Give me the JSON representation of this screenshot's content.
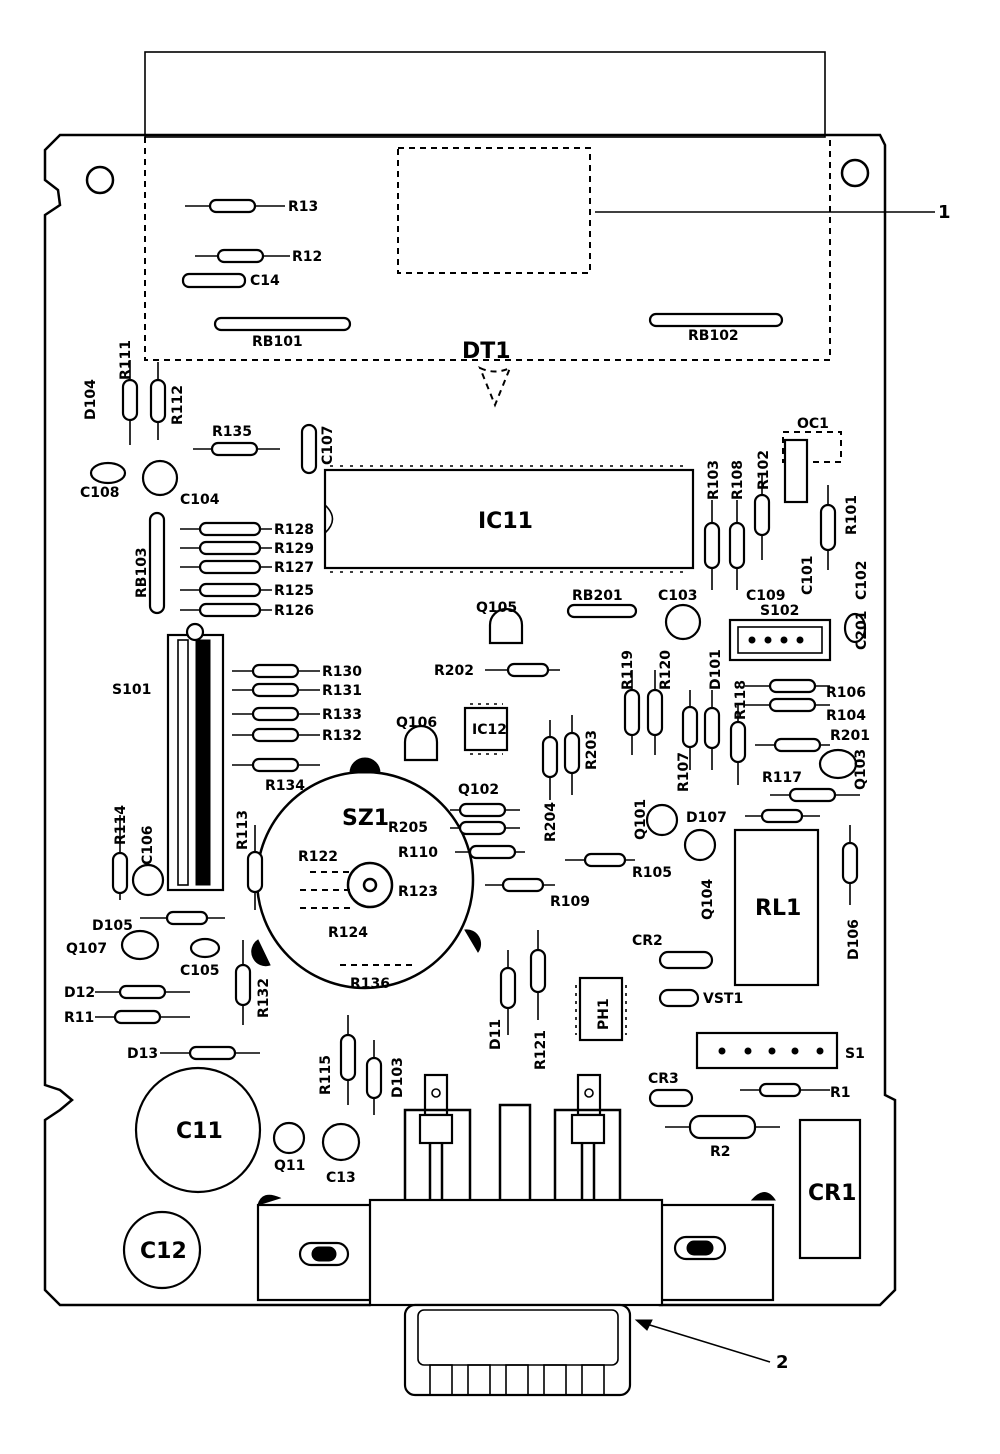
{
  "callouts": {
    "c1": "1",
    "c2": "2"
  },
  "labels": {
    "DT1": "DT1",
    "IC11": "IC11",
    "IC12": "IC12",
    "RL1": "RL1",
    "SZ1": "SZ1",
    "C11": "C11",
    "C12": "C12",
    "CR1": "CR1",
    "CR2": "CR2",
    "CR3": "CR3",
    "R13": "R13",
    "R12": "R12",
    "C14": "C14",
    "RB101": "RB101",
    "RB102": "RB102",
    "D104": "D104",
    "R111": "R111",
    "R112": "R112",
    "R135": "R135",
    "C107": "C107",
    "C108": "C108",
    "C104": "C104",
    "RB103": "RB103",
    "R128": "R128",
    "R129": "R129",
    "R127": "R127",
    "R125": "R125",
    "R126": "R126",
    "OC1": "OC1",
    "R103": "R103",
    "R108": "R108",
    "R102": "R102",
    "R101": "R101",
    "C101": "C101",
    "C102": "C102",
    "C109": "C109",
    "C103": "C103",
    "S102": "S102",
    "C201": "C201",
    "Q105": "Q105",
    "RB201": "RB201",
    "S101": "S101",
    "R130": "R130",
    "R131": "R131",
    "R133": "R133",
    "R132": "R132",
    "R134": "R134",
    "R202": "R202",
    "Q106": "Q106",
    "R119": "R119",
    "R120": "R120",
    "D101": "D101",
    "R118": "R118",
    "R106": "R106",
    "R104": "R104",
    "R201": "R201",
    "Q103": "Q103",
    "R107": "R107",
    "R203": "R203",
    "R204": "R204",
    "R117": "R117",
    "Q102": "Q102",
    "R205": "R205",
    "R110": "R110",
    "R122": "R122",
    "R123": "R123",
    "R124": "R124",
    "R114": "R114",
    "C106": "C106",
    "R113": "R113",
    "D107": "D107",
    "Q101": "Q101",
    "R105": "R105",
    "R109": "R109",
    "Q104": "Q104",
    "D106": "D106",
    "D105": "D105",
    "Q107": "Q107",
    "C105": "C105",
    "R136": "R136",
    "D12": "D12",
    "R11": "R11",
    "R132b": "R132",
    "D11": "D11",
    "R121": "R121",
    "PH1": "PH1",
    "VST1": "VST1",
    "D13": "D13",
    "R115": "R115",
    "D103": "D103",
    "S1": "S1",
    "R1": "R1",
    "R2": "R2",
    "Q11": "Q11",
    "C13": "C13"
  }
}
